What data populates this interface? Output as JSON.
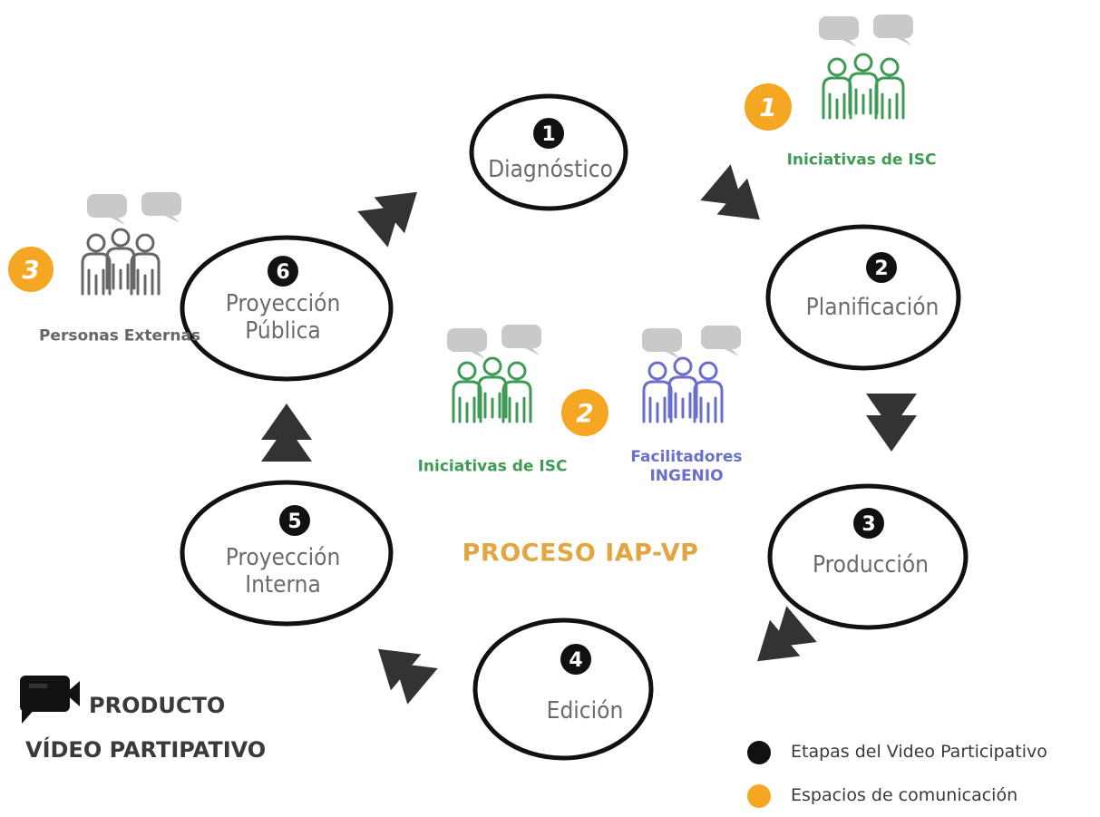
{
  "colors": {
    "stage": "#111111",
    "space": "#f5a623",
    "group_green": "#3e9a54",
    "group_purple": "#6a6fc9",
    "group_gray": "#666666",
    "bubble": "#c9c9c9",
    "center_title": "#e2a541",
    "arrow": "#333333"
  },
  "center_title": "PROCESO IAP-VP",
  "stages": [
    {
      "number": "1",
      "label": "Diagnóstico"
    },
    {
      "number": "2",
      "label": "Planificación"
    },
    {
      "number": "3",
      "label": "Producción"
    },
    {
      "number": "4",
      "label": "Edición"
    },
    {
      "number": "5",
      "label": "Proyección Interna"
    },
    {
      "number": "6",
      "label": "Proyección Pública"
    }
  ],
  "spaces": [
    {
      "number": "1",
      "groups": [
        {
          "label": "Iniciativas de ISC",
          "color": "green"
        }
      ]
    },
    {
      "number": "2",
      "groups": [
        {
          "label": "Iniciativas de ISC",
          "color": "green"
        },
        {
          "label": "Facilitadores INGENIO",
          "color": "purple"
        }
      ]
    },
    {
      "number": "3",
      "groups": [
        {
          "label": "Personas Externas",
          "color": "gray"
        }
      ]
    }
  ],
  "product": {
    "line1": "PRODUCTO",
    "line2": "VÍDEO PARTIPATIVO",
    "icon": "video-camera-icon"
  },
  "legend": [
    {
      "label": "Etapas del Video Participativo",
      "color": "#111111"
    },
    {
      "label": "Espacios de comunicación",
      "color": "#f5a623"
    }
  ]
}
